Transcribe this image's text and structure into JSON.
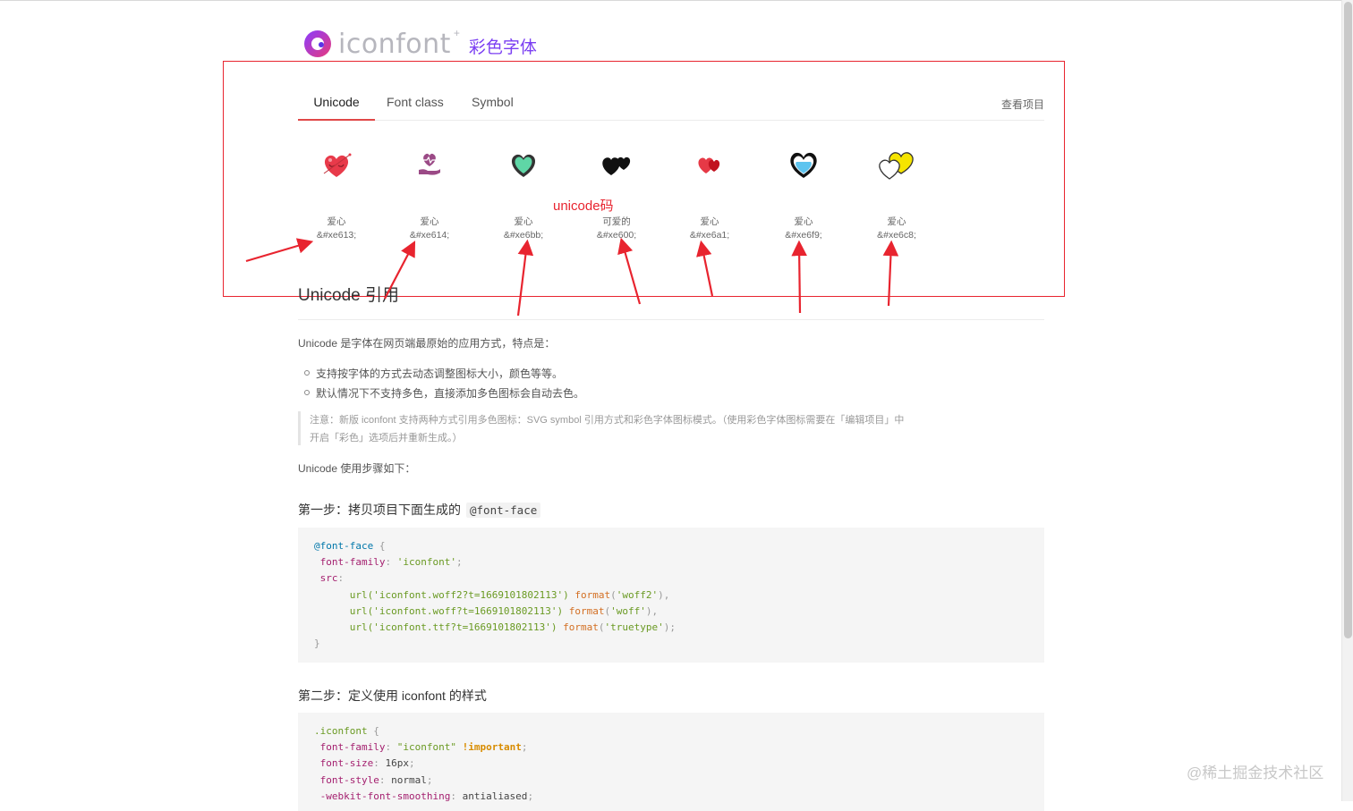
{
  "logo": {
    "word": "iconfont",
    "plus": "+",
    "subtitle": "彩色字体"
  },
  "tabs": [
    {
      "label": "Unicode",
      "active": true
    },
    {
      "label": "Font class",
      "active": false
    },
    {
      "label": "Symbol",
      "active": false
    }
  ],
  "view_project": "查看项目",
  "annotation": {
    "label": "unicode码",
    "color": "#e8242f"
  },
  "icons": [
    {
      "name": "爱心",
      "code": "&#xe613;",
      "icon": "heart-cupid-icon"
    },
    {
      "name": "爱心",
      "code": "&#xe614;",
      "icon": "heart-in-hand-icon"
    },
    {
      "name": "爱心",
      "code": "&#xe6bb;",
      "icon": "heart-green-icon"
    },
    {
      "name": "可爱的",
      "code": "&#xe600;",
      "icon": "double-heart-black-icon"
    },
    {
      "name": "爱心",
      "code": "&#xe6a1;",
      "icon": "heart-red-icon"
    },
    {
      "name": "爱心",
      "code": "&#xe6f9;",
      "icon": "heart-blue-icon"
    },
    {
      "name": "爱心",
      "code": "&#xe6c8;",
      "icon": "double-heart-yellow-icon"
    }
  ],
  "section": {
    "title": "Unicode 引用",
    "intro": "Unicode 是字体在网页端最原始的应用方式，特点是：",
    "bullets": [
      "支持按字体的方式去动态调整图标大小，颜色等等。",
      "默认情况下不支持多色，直接添加多色图标会自动去色。"
    ],
    "note_line1": "注意：新版 iconfont 支持两种方式引用多色图标：SVG symbol 引用方式和彩色字体图标模式。（使用彩色字体图标需要在「编辑项目」中",
    "note_line2": "开启「彩色」选项后并重新生成。）",
    "usage": "Unicode 使用步骤如下：",
    "step1": "第一步：拷贝项目下面生成的",
    "step1_code": "@font-face",
    "step2": "第二步：定义使用 iconfont 的样式"
  },
  "code1": {
    "at": "@font-face",
    "family_prop": "font-family",
    "family_val": "'iconfont'",
    "src_prop": "src",
    "urls": [
      {
        "url": "url('iconfont.woff2?t=1669101802113')",
        "fmt": "'woff2'",
        "end": "),"
      },
      {
        "url": "url('iconfont.woff?t=1669101802113')",
        "fmt": "'woff'",
        "end": "),"
      },
      {
        "url": "url('iconfont.ttf?t=1669101802113')",
        "fmt": "'truetype'",
        "end": ");"
      }
    ],
    "format_fn": "format"
  },
  "code2": {
    "selector": ".iconfont",
    "lines": [
      {
        "prop": "font-family",
        "val": "\"iconfont\"",
        "imp": "!important"
      },
      {
        "prop": "font-size",
        "val": "16px",
        "imp": ""
      },
      {
        "prop": "font-style",
        "val": "normal",
        "imp": ""
      },
      {
        "prop": "-webkit-font-smoothing",
        "val": "antialiased",
        "imp": ""
      }
    ]
  },
  "watermark": "@稀土掘金技术社区"
}
